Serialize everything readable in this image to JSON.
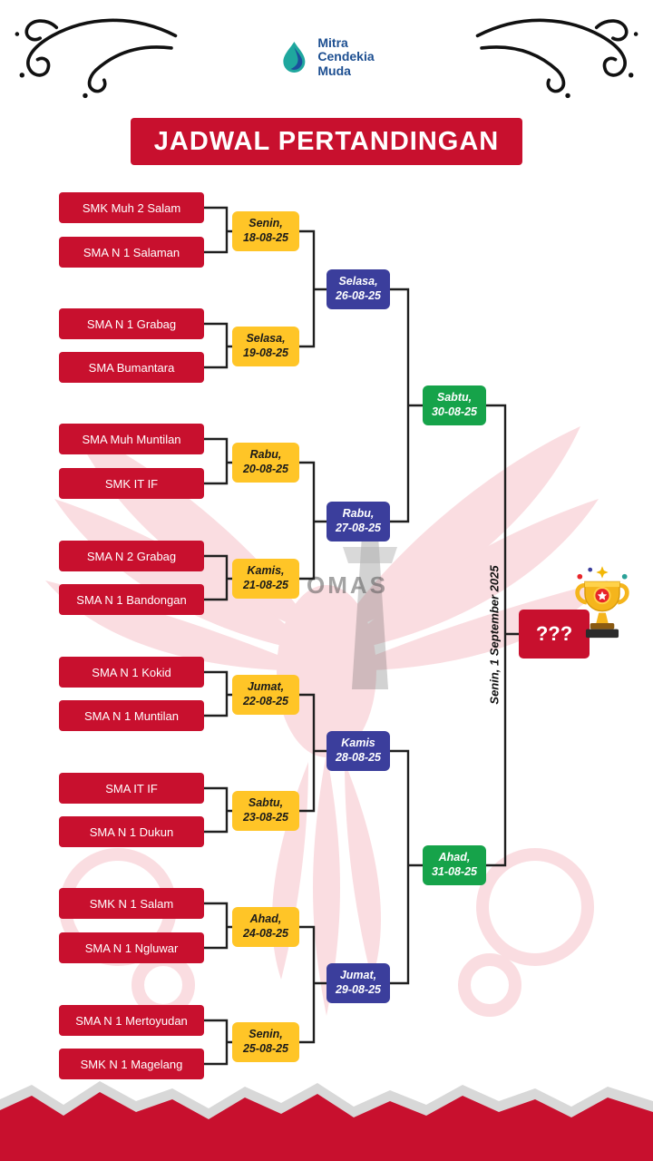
{
  "header": {
    "logo_lines": {
      "l1": "Mitra",
      "l2": "Cendekia",
      "l3": "Muda"
    },
    "title": "JADWAL PERTANDINGAN"
  },
  "colors": {
    "red": "#c8102e",
    "yellow": "#ffc527",
    "blue": "#3b3e9c",
    "green": "#16a34a",
    "logo_blue": "#1d4f91"
  },
  "bracket": {
    "round1": [
      {
        "team1": "SMK Muh 2 Salam",
        "team2": "SMA N 1 Salaman",
        "day": "Senin,",
        "date": "18-08-25"
      },
      {
        "team1": "SMA N 1 Grabag",
        "team2": "SMA Bumantara",
        "day": "Selasa,",
        "date": "19-08-25"
      },
      {
        "team1": "SMA Muh Muntilan",
        "team2": "SMK IT IF",
        "day": "Rabu,",
        "date": "20-08-25"
      },
      {
        "team1": "SMA N 2 Grabag",
        "team2": "SMA N 1 Bandongan",
        "day": "Kamis,",
        "date": "21-08-25"
      },
      {
        "team1": "SMA N 1 Kokid",
        "team2": "SMA N 1 Muntilan",
        "day": "Jumat,",
        "date": "22-08-25"
      },
      {
        "team1": "SMA IT IF",
        "team2": "SMA N 1 Dukun",
        "day": "Sabtu,",
        "date": "23-08-25"
      },
      {
        "team1": "SMK N 1 Salam",
        "team2": "SMA N 1 Ngluwar",
        "day": "Ahad,",
        "date": "24-08-25"
      },
      {
        "team1": "SMA N 1 Mertoyudan",
        "team2": "SMK N 1 Magelang",
        "day": "Senin,",
        "date": "25-08-25"
      }
    ],
    "quarterfinals": [
      {
        "day": "Selasa,",
        "date": "26-08-25"
      },
      {
        "day": "Rabu,",
        "date": "27-08-25"
      },
      {
        "day": "Kamis",
        "date": "28-08-25"
      },
      {
        "day": "Jumat,",
        "date": "29-08-25"
      }
    ],
    "semifinals": [
      {
        "day": "Sabtu,",
        "date": "30-08-25"
      },
      {
        "day": "Ahad,",
        "date": "31-08-25"
      }
    ],
    "final": {
      "label": "Senin, 1 September 2025",
      "placeholder": "???"
    }
  },
  "watermark": {
    "text": "OMAS"
  }
}
